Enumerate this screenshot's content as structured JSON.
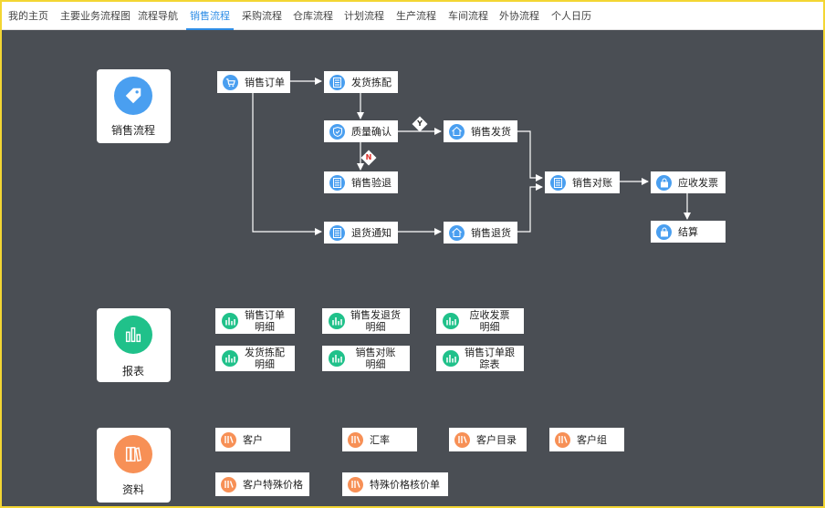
{
  "tabs": [
    {
      "label": "我的主页"
    },
    {
      "label": "主要业务流程图"
    },
    {
      "label": "流程导航"
    },
    {
      "label": "销售流程"
    },
    {
      "label": "采购流程"
    },
    {
      "label": "仓库流程"
    },
    {
      "label": "计划流程"
    },
    {
      "label": "生产流程"
    },
    {
      "label": "车间流程"
    },
    {
      "label": "外协流程"
    },
    {
      "label": "个人日历"
    }
  ],
  "active_tab": "销售流程",
  "sections": {
    "flow": {
      "label": "销售流程",
      "icon": "tag-icon"
    },
    "reports": {
      "label": "报表",
      "icon": "bar-chart-icon"
    },
    "data": {
      "label": "资料",
      "icon": "books-icon"
    }
  },
  "flow_nodes": {
    "sales_order": "销售订单",
    "picking": "发货拣配",
    "quality": "质量确认",
    "sales_delivery": "销售发货",
    "sales_return_insp": "销售验退",
    "sales_recon": "销售对账",
    "ar_invoice": "应收发票",
    "settlement": "结算",
    "return_notice": "退货通知",
    "sales_return": "销售退货"
  },
  "decision_labels": {
    "yes": "Y",
    "no": "N"
  },
  "reports": [
    {
      "line1": "销售订单",
      "line2": "明细"
    },
    {
      "line1": "销售发退货",
      "line2": "明细"
    },
    {
      "line1": "应收发票",
      "line2": "明细"
    },
    {
      "line1": "发货拣配",
      "line2": "明细"
    },
    {
      "line1": "销售对账",
      "line2": "明细"
    },
    {
      "line1": "销售订单跟",
      "line2": "踪表"
    }
  ],
  "data_items": [
    {
      "label": "客户"
    },
    {
      "label": "汇率"
    },
    {
      "label": "客户目录"
    },
    {
      "label": "客户组"
    },
    {
      "label": "客户特殊价格"
    },
    {
      "label": "特殊价格核价单"
    }
  ],
  "colors": {
    "accent": "#2e8de6",
    "canvas": "#4a4e54",
    "frame": "#f3d633",
    "flow_icon": "#4a9ff0",
    "report_icon": "#20c18a",
    "data_icon": "#f79056"
  }
}
